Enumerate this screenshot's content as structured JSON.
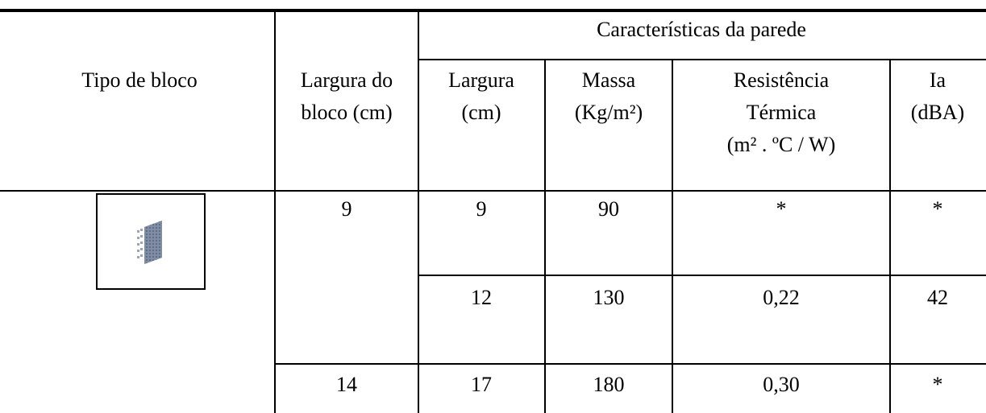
{
  "header": {
    "group_title": "Características da parede",
    "col_tipo": "Tipo de bloco",
    "col_largura_bloco": [
      "Largura do",
      "bloco (cm)"
    ],
    "col_largura": [
      "Largura",
      "(cm)"
    ],
    "col_massa": [
      "Massa",
      "(Kg/m²)"
    ],
    "col_resistencia": [
      "Resistência",
      "Térmica",
      "(m² . ºC / W)"
    ],
    "col_ia": [
      "Ia",
      "(dBA)"
    ]
  },
  "rows": [
    {
      "largura_bloco": "9",
      "largura": "9",
      "massa": "90",
      "resistencia": "*",
      "ia": "*"
    },
    {
      "largura_bloco": "",
      "largura": "12",
      "massa": "130",
      "resistencia": "0,22",
      "ia": "42"
    },
    {
      "largura_bloco": "14",
      "largura": "17",
      "massa": "180",
      "resistencia": "0,30",
      "ia": "*"
    }
  ],
  "image": {
    "icon": "block-wall-icon"
  }
}
